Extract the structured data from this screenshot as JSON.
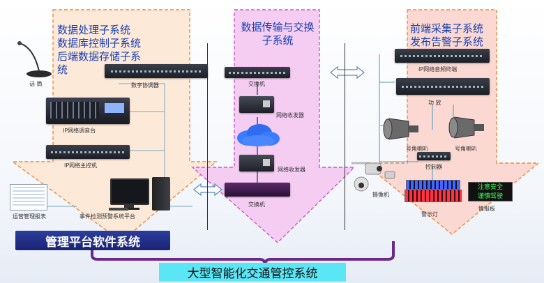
{
  "panels": {
    "left": {
      "lines": [
        "数据处理子系统",
        "数据库控制子系统",
        "后端数据存储子系统"
      ]
    },
    "center": {
      "lines": [
        "数据传输与交换",
        "子系统"
      ]
    },
    "right": {
      "lines": [
        "前端采集子系统",
        "发布告警子系统"
      ]
    }
  },
  "devices": {
    "left": {
      "mic": "话 筒",
      "digital_coordinator": "数字协调器",
      "ip_console": "IP网络调音台",
      "ip_host": "IP网络主控机",
      "ops_report": "运营管理报表",
      "event_platform": "事件检测预警系统平台"
    },
    "center": {
      "switch_top": "交换机",
      "transceiver_top": "网络收发器",
      "transceiver_bottom": "网络收发器",
      "switch_bottom": "交换机"
    },
    "right": {
      "ip_audio_terminal": "IP网络音频终端",
      "amplifier": "功 放",
      "horn_left": "号角喇叭",
      "horn_right": "号角喇叭",
      "controller": "控制器",
      "camera": "摄像机",
      "warning_light": "警示灯",
      "info_board": "情报板",
      "info_board_text": [
        "注意安全",
        "谨慎驾驶"
      ]
    }
  },
  "banners": {
    "platform": "管理平台软件系统",
    "system": "大型智能化交通管控系统"
  },
  "colors": {
    "title_blue": "#1a40b0",
    "left_arrow_fill": "#fde9d8",
    "center_arrow_fill": "#f5ccf2",
    "right_arrow_fill": "#fbd9d2",
    "banner_dark": "#1f2b86",
    "banner_cyan": "#5be6f6",
    "bracket": "#6a2a8c"
  }
}
